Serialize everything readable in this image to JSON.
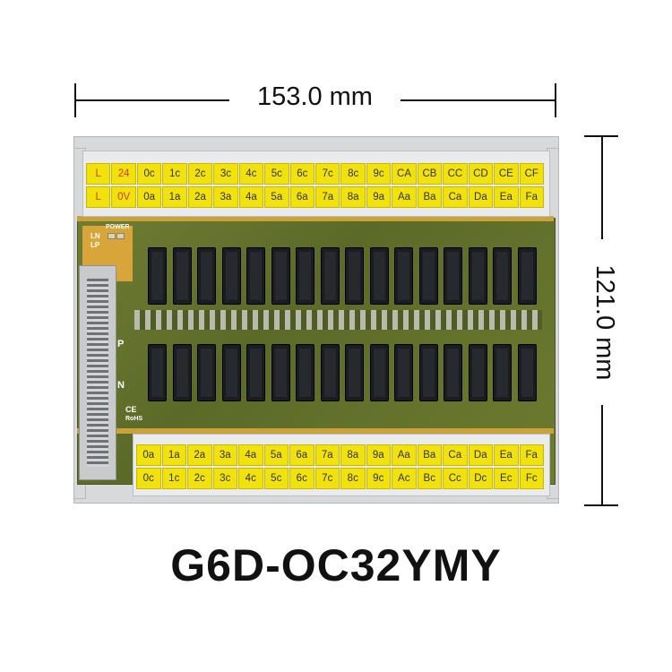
{
  "dimensions": {
    "width_label": "153.0 mm",
    "height_label": "121.0 mm"
  },
  "model": "G6D-OC32YMY",
  "board": {
    "silk_power": "POWER",
    "silk_ln": "LN",
    "silk_lp": "LP",
    "silk_p": "P",
    "silk_n": "N",
    "silk_ce": "CE",
    "silk_rohs": "RoHS",
    "relay_rows": 2,
    "relays_per_row": 16
  },
  "top_terminals": {
    "row1": [
      "L",
      "24",
      "0c",
      "1c",
      "2c",
      "3c",
      "4c",
      "5c",
      "6c",
      "7c",
      "8c",
      "9c",
      "CA",
      "CB",
      "CC",
      "CD",
      "CE",
      "CF"
    ],
    "row2": [
      "L",
      "0V",
      "0a",
      "1a",
      "2a",
      "3a",
      "4a",
      "5a",
      "6a",
      "7a",
      "8a",
      "9a",
      "Aa",
      "Ba",
      "Ca",
      "Da",
      "Ea",
      "Fa"
    ]
  },
  "bottom_terminals": {
    "row1": [
      "0a",
      "1a",
      "2a",
      "3a",
      "4a",
      "5a",
      "6a",
      "7a",
      "8a",
      "9a",
      "Aa",
      "Ba",
      "Ca",
      "Da",
      "Ea",
      "Fa"
    ],
    "row2": [
      "0c",
      "1c",
      "2c",
      "3c",
      "4c",
      "5c",
      "6c",
      "7c",
      "8c",
      "9c",
      "Ac",
      "Bc",
      "Cc",
      "Dc",
      "Ec",
      "Fc"
    ]
  },
  "colors": {
    "terminal": "#f1e10c",
    "relay": "#1a1c1f",
    "pcb": "#5b6a28"
  }
}
